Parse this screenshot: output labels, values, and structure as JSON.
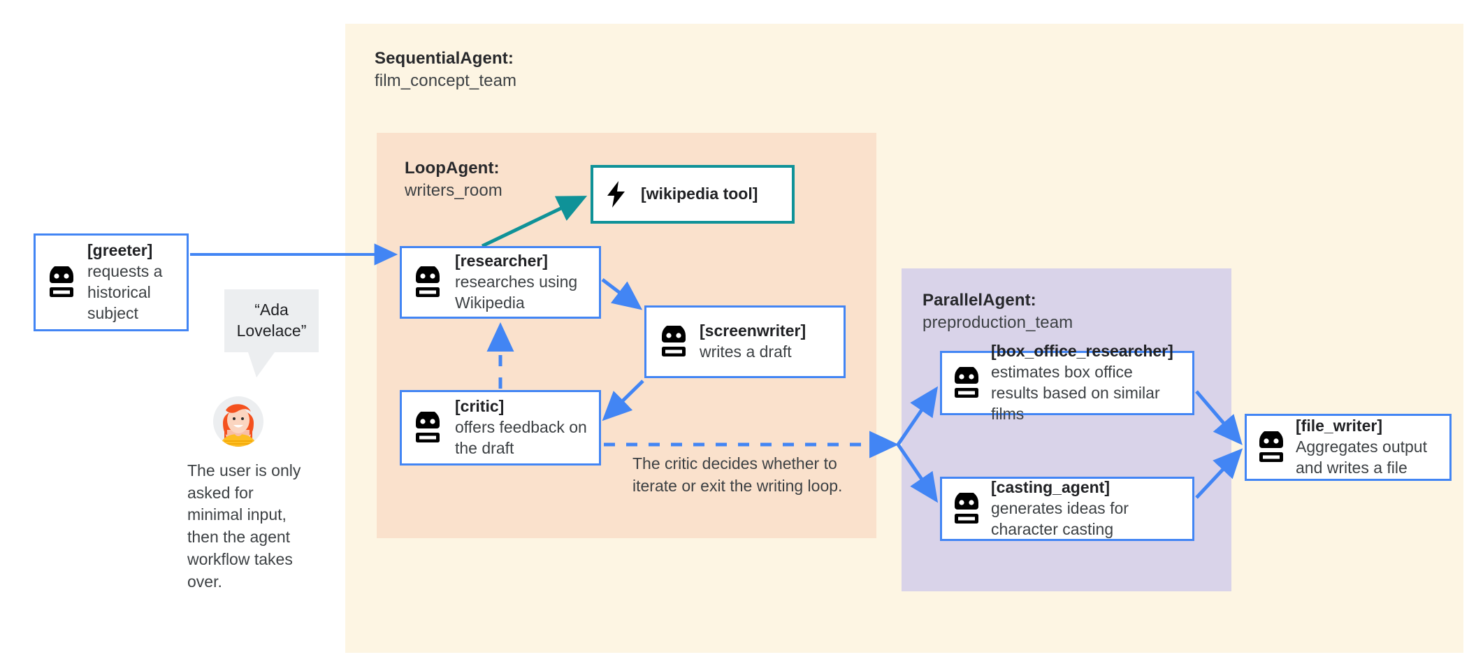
{
  "diagram": {
    "title_group": "SequentialAgent: film_concept_team",
    "colors": {
      "sequential_panel": "#fdf5e3",
      "loop_panel": "#fae1cc",
      "parallel_panel": "#d9d3e9",
      "agent_border": "#4285f4",
      "tool_border": "#0f9298",
      "arrow_blue": "#4285f4",
      "arrow_teal": "#0f9298",
      "bubble_bg": "#eceef0",
      "text": "#3c4043"
    }
  },
  "groups": {
    "sequential": {
      "type": "SequentialAgent:",
      "name": "film_concept_team"
    },
    "loop": {
      "type": "LoopAgent:",
      "name": "writers_room"
    },
    "parallel": {
      "type": "ParallelAgent:",
      "name": "preproduction_team"
    }
  },
  "nodes": {
    "greeter": {
      "icon": "robot-icon",
      "name": "[greeter]",
      "desc": "requests a historical subject"
    },
    "wikipedia_tool": {
      "icon": "lightning-bolt-icon",
      "name": "[wikipedia tool]"
    },
    "researcher": {
      "icon": "robot-icon",
      "name": "[researcher]",
      "desc": "researches using Wikipedia"
    },
    "screenwriter": {
      "icon": "robot-icon",
      "name": "[screenwriter]",
      "desc": "writes a draft"
    },
    "critic": {
      "icon": "robot-icon",
      "name": "[critic]",
      "desc": "offers feedback on the draft"
    },
    "box_office_researcher": {
      "icon": "robot-icon",
      "name": "[box_office_researcher]",
      "desc": "estimates box office results based on similar films"
    },
    "casting_agent": {
      "icon": "robot-icon",
      "name": "[casting_agent]",
      "desc": "generates ideas for character casting"
    },
    "file_writer": {
      "icon": "robot-icon",
      "name": "[file_writer]",
      "desc": "Aggregates output and writes a file"
    }
  },
  "annotations": {
    "speech_bubble": "“Ada Lovelace”",
    "user_caption": "The user is only asked for minimal input, then the agent workflow takes over.",
    "loop_caption": "The critic decides whether to iterate or exit the writing loop."
  }
}
